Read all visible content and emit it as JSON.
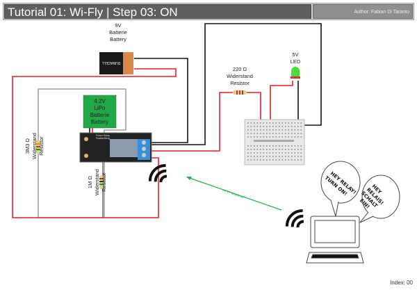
{
  "header": {
    "title": "Tutorial 01: Wi-Fly | Step 03: ON",
    "author": "Author: Fabian Di Taranto"
  },
  "components": {
    "battery_9v": {
      "line1": "9V",
      "line2": "Batterie",
      "line3": "Battery",
      "brand": "DURACELL"
    },
    "lipo": {
      "line1": "4.2V",
      "line2": "LiPo",
      "line3": "Batterie",
      "line4": "Battery"
    },
    "resistor_220": {
      "line1": "220 Ω",
      "line2": "Widerstand",
      "line3": "Resistor"
    },
    "led": {
      "line1": "5V",
      "line2": "LED"
    },
    "resistor_3m3": {
      "line1": "3M3 Ω",
      "line2": "Widerstand",
      "line3": "Resistor"
    },
    "resistor_1m": {
      "line1": "1M Ω",
      "line2": "Widerstand",
      "line3": "Resistor"
    },
    "board": {
      "label": "Power Relay FeatherWing"
    }
  },
  "network": {
    "arrow_label": "HTTP response",
    "arrow_color": "#22b04b"
  },
  "speech": {
    "english": [
      "HEY RELAY!",
      "TURN ON!"
    ],
    "german": [
      "HEY",
      "RELAIS!",
      "SCHALT",
      "EIN!"
    ]
  },
  "colors": {
    "wire_red": "#ee1c24",
    "wire_black": "#111111",
    "lipo_green": "#22a846",
    "relay_blue": "#3b8fd9"
  },
  "footer": {
    "index": "Index: 00"
  }
}
